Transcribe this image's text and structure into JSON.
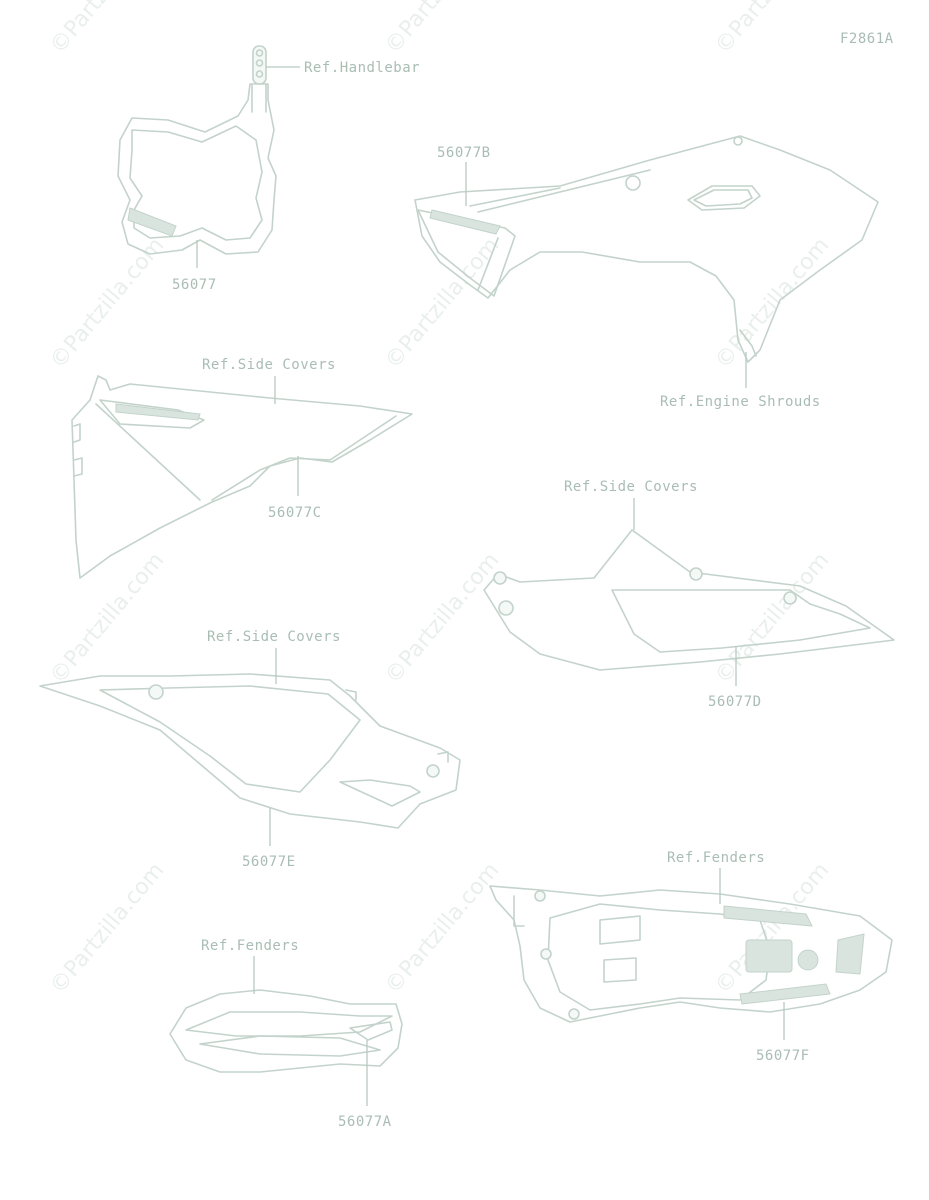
{
  "figure_code": "F2861A",
  "watermark": "©Partzilla.com",
  "labels": {
    "ref_handlebar": "Ref.Handlebar",
    "p_56077": "56077",
    "p_56077b": "56077B",
    "ref_engine_shrouds": "Ref.Engine Shrouds",
    "ref_side_covers_1": "Ref.Side Covers",
    "p_56077c": "56077C",
    "ref_side_covers_2": "Ref.Side Covers",
    "p_56077d": "56077D",
    "ref_side_covers_3": "Ref.Side Covers",
    "p_56077e": "56077E",
    "ref_fenders_1": "Ref.Fenders",
    "p_56077f": "56077F",
    "ref_fenders_2": "Ref.Fenders",
    "p_56077a": "56077A"
  },
  "colors": {
    "line": "#c3d3cb",
    "label": "#a9bdb4"
  }
}
